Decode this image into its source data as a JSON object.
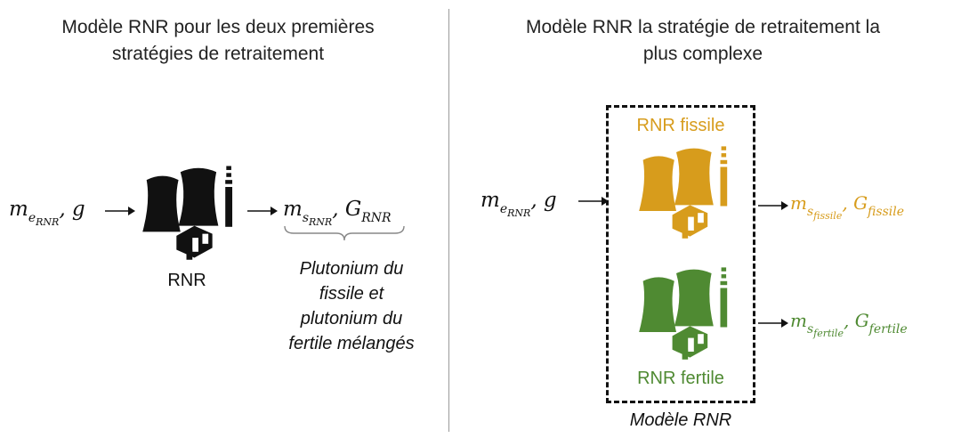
{
  "left": {
    "title_line1": "Modèle RNR pour les deux premières",
    "title_line2": "stratégies de retraitement",
    "input": {
      "main": "m",
      "sub": "e",
      "subsub": "RNR",
      "tail": ", g"
    },
    "output": {
      "m": "m",
      "m_sub": "s",
      "m_subsub": "RNR",
      "sep": ", ",
      "g": "G",
      "g_sub": "RNR"
    },
    "plant_label": "RNR",
    "note_lines": [
      "Plutonium du",
      "fissile et",
      "plutonium du",
      "fertile mélangés"
    ]
  },
  "right": {
    "title_line1": "Modèle RNR la stratégie de retraitement la",
    "title_line2": "plus complexe",
    "input": {
      "main": "m",
      "sub": "e",
      "subsub": "RNR",
      "tail": ", g"
    },
    "fissile_label": "RNR fissile",
    "fertile_label": "RNR fertile",
    "out_fissile": {
      "m": "m",
      "m_sub": "s",
      "m_subsub": "fissile",
      "sep": ", ",
      "g": "G",
      "g_sub": "fissile"
    },
    "out_fertile": {
      "m": "m",
      "m_sub": "s",
      "m_subsub": "fertile",
      "sep": ", ",
      "g": "G",
      "g_sub": "fertile"
    },
    "box_caption": "Modèle RNR"
  },
  "colors": {
    "fissile": "#d79c1c",
    "fertile": "#4f8a32",
    "black": "#111111"
  },
  "icons": [
    "nuclear-plant-icon",
    "arrow-right-icon",
    "curly-brace-icon"
  ]
}
